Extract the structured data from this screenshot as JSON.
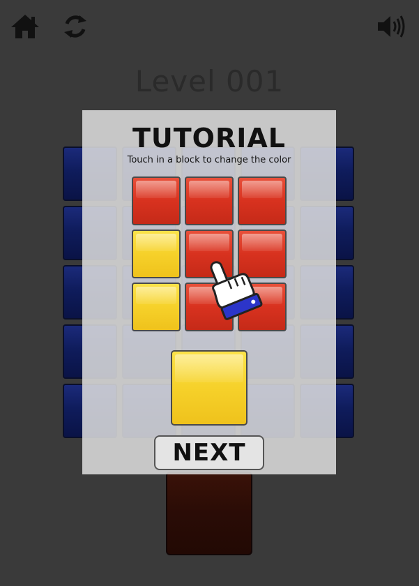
{
  "toolbar": {
    "home_icon": "home-icon",
    "restart_icon": "restart-icon",
    "sound_icon": "sound-on-icon"
  },
  "level": {
    "title": "Level 001"
  },
  "board": {
    "rows": 5,
    "cols": 5,
    "cell_color": "#14237a",
    "target_color": "#2a0c06"
  },
  "tutorial": {
    "title": "TUTORIAL",
    "instruction": "Touch in a block to change the color",
    "grid": [
      [
        "red",
        "red",
        "red"
      ],
      [
        "yellow",
        "red",
        "red"
      ],
      [
        "yellow",
        "red",
        "red"
      ]
    ],
    "target_color": "yellow",
    "pointer_icon": "pointing-hand-icon",
    "next_label": "NEXT"
  },
  "colors": {
    "red": "#d8321f",
    "yellow": "#f6d12a",
    "background": "#3a3a3a",
    "overlay": "#dedede"
  }
}
